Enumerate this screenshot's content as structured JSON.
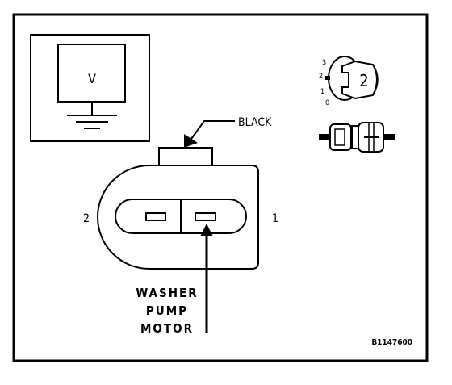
{
  "meter": {
    "symbol": "V"
  },
  "key_switch": {
    "positions": [
      "3",
      "2",
      "1",
      "0"
    ],
    "current_position": "2"
  },
  "connector": {
    "wire_color_label": "BLACK",
    "pin_labels": {
      "left": "2",
      "right": "1"
    },
    "component_label_lines": [
      "WASHER",
      "PUMP",
      "MOTOR"
    ]
  },
  "figure_id": "B1147600"
}
